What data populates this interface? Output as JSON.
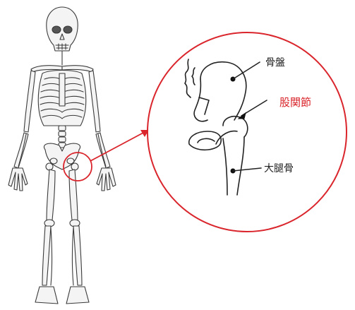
{
  "labels": {
    "pelvis": "骨盤",
    "hip_joint": "股関節",
    "femur": "大腿骨"
  },
  "colors": {
    "accent": "#d9252b",
    "ink": "#222222",
    "bone_fill": "#f4f4f4"
  }
}
